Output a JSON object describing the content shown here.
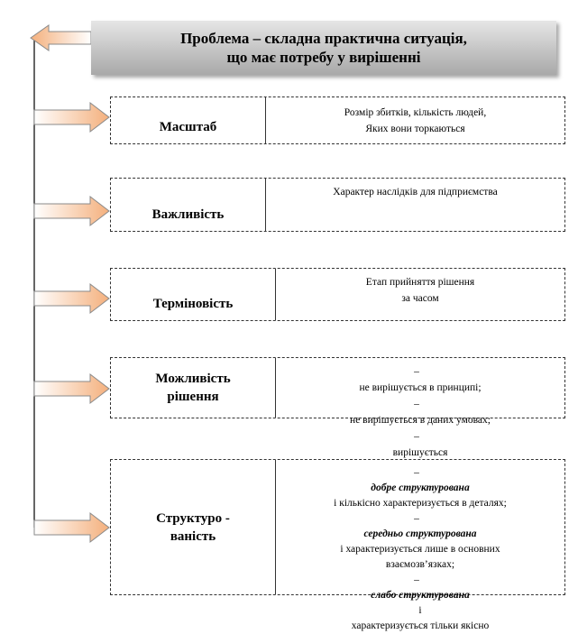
{
  "title": {
    "line1": "Проблема – складна практична ситуація,",
    "line2": "що має потребу у вирішенні"
  },
  "rows": [
    {
      "label": [
        "Масштаб"
      ],
      "lines": [
        "Розмір збитків, кількість людей,",
        "Яких вони торкаються"
      ]
    },
    {
      "label": [
        "Важливість"
      ],
      "lines": [
        "Характер наслідків для підприємства"
      ]
    },
    {
      "label": [
        "Терміновість"
      ],
      "lines": [
        "Етап прийняття рішення",
        "за часом"
      ]
    },
    {
      "label": [
        "Можливість",
        "рішення"
      ],
      "lines": [
        "не вирішується в принципі;",
        "не вирішується в даних умовах;",
        "вирішується"
      ]
    },
    {
      "label": [
        "Структуро -",
        "ваність"
      ],
      "lines": [
        "добре структурована",
        "і кількісно характеризується в деталях;",
        "середньо структурована",
        "і характеризується лише в основних",
        "взаємозв’язках;",
        "слабо структурована",
        "і",
        "характеризується тільки якісно"
      ]
    }
  ],
  "dash_symbol": "–",
  "colors": {
    "arrow_fill_start": "#ffffff",
    "arrow_fill_end": "#f4b07d",
    "arrow_stroke": "#8a8a8a",
    "connector": "#000000"
  }
}
